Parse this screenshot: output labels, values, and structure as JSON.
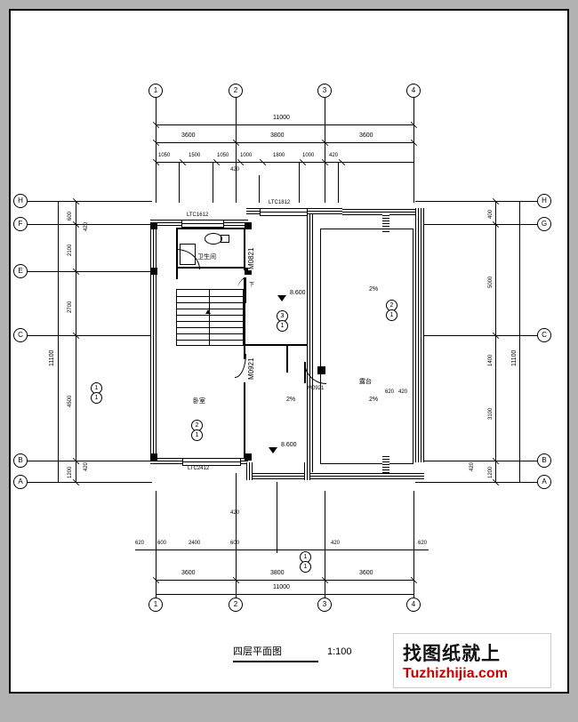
{
  "drawing": {
    "title": "四层平面图",
    "scale": "1:100",
    "watermark_line1": "找图纸就上",
    "watermark_line2": "Tuzhizhijia.com",
    "accent_color": "#cc0000"
  },
  "grid": {
    "columns": [
      "1",
      "2",
      "3",
      "4"
    ],
    "rows_left": [
      "H",
      "F",
      "E",
      "C",
      "B",
      "A"
    ],
    "rows_right": [
      "H",
      "G",
      "C",
      "B",
      "A"
    ]
  },
  "dimensions": {
    "top_overall": "11000",
    "top_bays": [
      "3600",
      "3800",
      "3600"
    ],
    "top_sub": [
      "1050",
      "1500",
      "1050",
      "1000",
      "1800",
      "1000",
      "420"
    ],
    "bottom_overall": "11000",
    "bottom_bays": [
      "3600",
      "3800",
      "3600"
    ],
    "bottom_sub": [
      "620",
      "600",
      "2400",
      "600",
      "620"
    ],
    "left_overall": "11100",
    "left_segments": [
      "600",
      "2100",
      "2700",
      "4500",
      "1200"
    ],
    "left_small": [
      "420",
      "420"
    ],
    "right_overall": "11100",
    "right_segments": [
      "400",
      "5000",
      "1400",
      "3100",
      "1200"
    ],
    "right_small": [
      "420",
      "420",
      "620",
      "420"
    ],
    "bottom_small": [
      "420",
      "420",
      "420"
    ]
  },
  "rooms": [
    {
      "label": "卫生间"
    },
    {
      "label": "卧室"
    },
    {
      "label": "露台"
    }
  ],
  "levels": [
    {
      "value": "8.600"
    },
    {
      "value": "8.600"
    }
  ],
  "slopes": [
    "2%",
    "2%",
    "2%",
    "2%"
  ],
  "openings": [
    {
      "label": "LTC1812"
    },
    {
      "label": "LTC1612"
    },
    {
      "label": "LTC2412"
    },
    {
      "label": "M0821"
    },
    {
      "label": "M0921"
    },
    {
      "label": "M0921"
    }
  ],
  "misc_labels": [
    {
      "text": "下"
    },
    {
      "text": "620"
    },
    {
      "text": "420"
    }
  ],
  "detail_bubbles": [
    {
      "top": "1",
      "bottom": "1"
    },
    {
      "top": "2",
      "bottom": "1"
    },
    {
      "top": "3",
      "bottom": "1"
    },
    {
      "top": "2",
      "bottom": "1"
    },
    {
      "top": "2",
      "bottom": "1"
    },
    {
      "top": "1",
      "bottom": "1"
    }
  ]
}
